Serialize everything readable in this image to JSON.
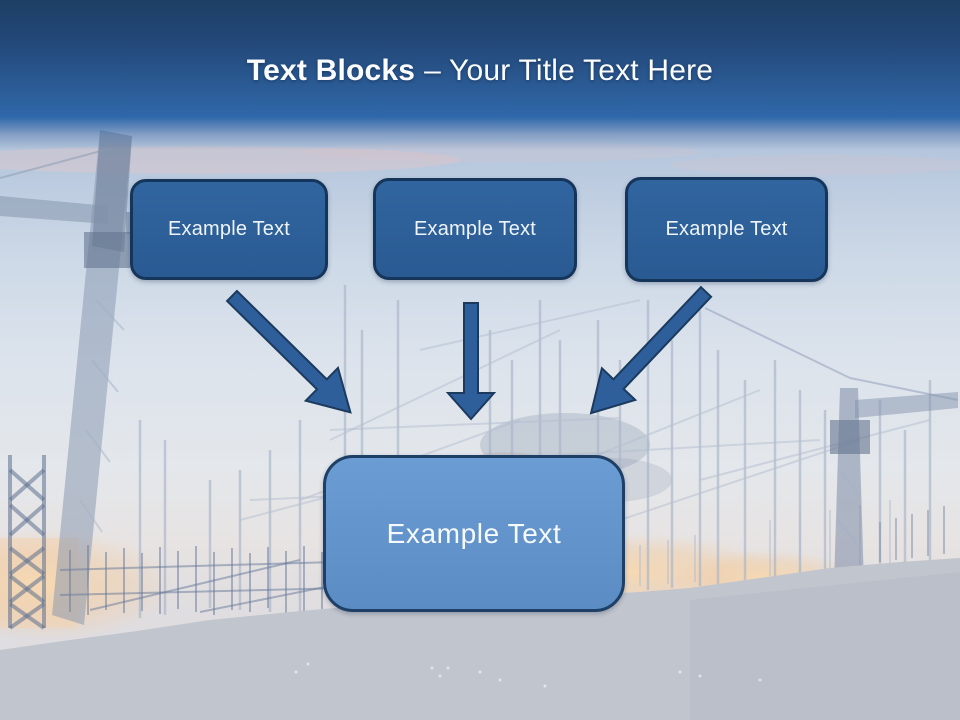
{
  "title": {
    "emphasis": "Text Blocks",
    "subtitle": "– Your Title Text Here"
  },
  "text_blocks": [
    {
      "label": "Example Text"
    },
    {
      "label": "Example Text"
    },
    {
      "label": "Example Text"
    }
  ],
  "result_block": {
    "label": "Example Text"
  },
  "arrows": [
    {
      "icon": "arrow-down-right-icon",
      "direction": "down-right"
    },
    {
      "icon": "arrow-down-icon",
      "direction": "down"
    },
    {
      "icon": "arrow-down-left-icon",
      "direction": "down-left"
    }
  ],
  "background": {
    "description": "construction site at dusk with tower cranes and scaffolding"
  },
  "colors": {
    "header_top": "#1d3f64",
    "header_bottom": "#2f68aa",
    "block_fill": "#2c5e96",
    "block_border": "#16355a",
    "result_fill": "#6193ca",
    "result_border": "#1e3f66",
    "arrow_fill": "#2e5f9a",
    "arrow_border": "#1b3a5e",
    "title_text": "#ffffff"
  }
}
